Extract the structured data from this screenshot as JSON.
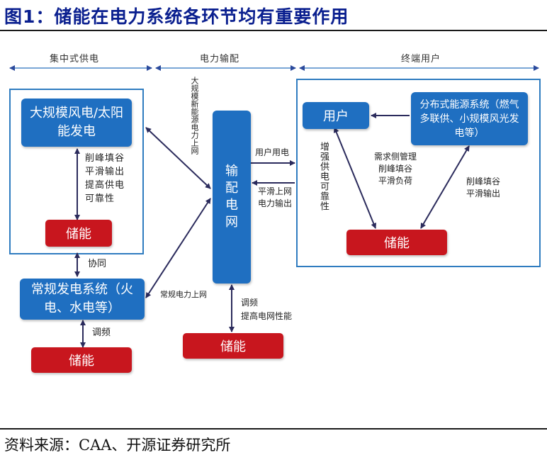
{
  "figure": {
    "title": "图1：储能在电力系统各环节均有重要作用",
    "source": "资料来源：CAA、开源证券研究所"
  },
  "sections": {
    "centralized": "集中式供电",
    "transmission": "电力输配",
    "end_user": "终端用户"
  },
  "nodes": {
    "renewable": "大规模风电/太阳能发电",
    "storage_left": "储能",
    "conventional": "常规发电系统（火电、水电等）",
    "storage_bottom_left": "储能",
    "grid": "输配电网",
    "storage_grid": "储能",
    "user": "用户",
    "distributed": "分布式能源系统（燃气多联供、小规模风光发电等）",
    "storage_right": "储能"
  },
  "labels": {
    "renewable_storage": "削峰填谷\n平滑输出\n提高供电\n可靠性",
    "coordination": "协同",
    "frequency_left": "调频",
    "renewable_grid": "大规模新能源电力上网",
    "conventional_grid": "常规电力上网",
    "grid_to_user": "用户用电",
    "user_to_grid": "平滑上网\n电力输出",
    "grid_storage": "调频\n提高电网性能",
    "user_storage": "增强供电可靠性",
    "demand_side": "需求侧管理\n削峰填谷\n平滑负荷",
    "distributed_storage": "削峰填谷\n平滑输出"
  }
}
